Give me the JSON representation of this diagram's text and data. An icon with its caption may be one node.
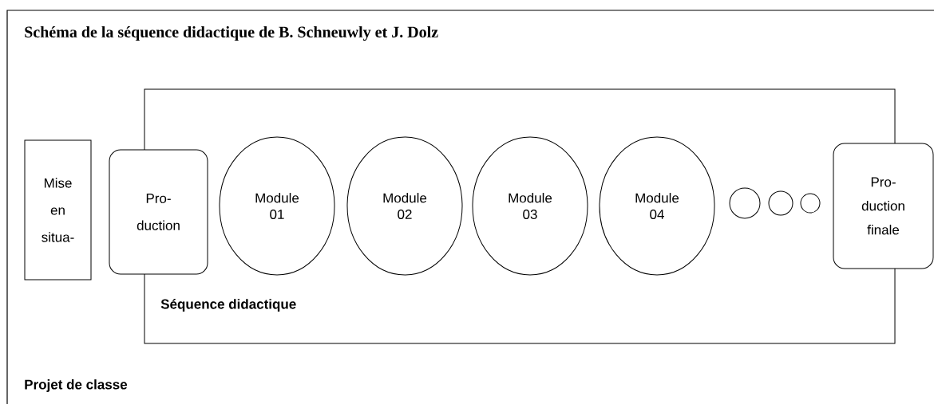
{
  "diagram": {
    "title": "Schéma de la séquence didactique de B. Schneuwly et J. Dolz",
    "nodes": [
      {
        "text": [
          "Projet de classe"
        ]
      },
      {
        "text": [
          "Mise en situa-"
        ],
        "in": 0
      },
      {
        "text": [
          "Séquence didactique"
        ],
        "in": 0
      },
      {
        "text": [
          "Pro- duction"
        ],
        "in": 0
      },
      {
        "text": [
          "Module 01"
        ],
        "in": 2
      },
      {
        "text": [
          "Module 02"
        ],
        "in": 2
      },
      {
        "text": [
          "Module 03"
        ],
        "in": 2
      },
      {
        "text": [
          "Module 04"
        ],
        "in": 2
      },
      {
        "text": [],
        "shape": "circle",
        "in": 2
      },
      {
        "text": [],
        "shape": "circle",
        "in": 2
      },
      {
        "text": [],
        "shape": "circle",
        "in": 2
      },
      {
        "text": [
          "Pro- duction finale"
        ],
        "in": 0
      }
    ],
    "edges": []
  }
}
